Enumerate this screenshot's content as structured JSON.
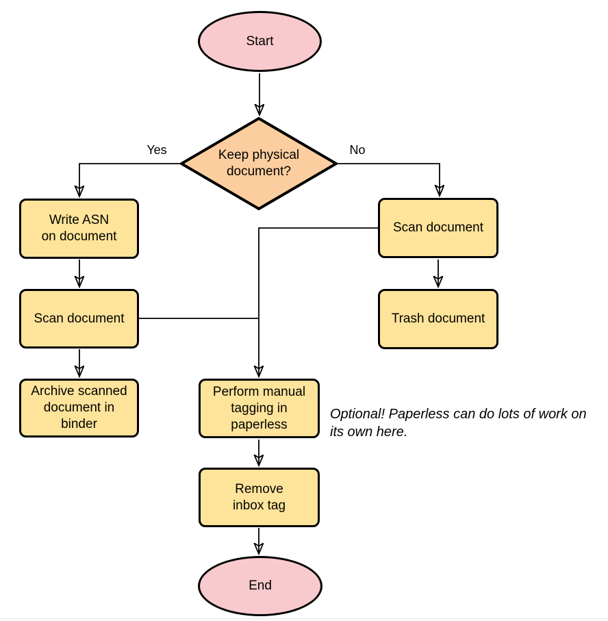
{
  "diagram": {
    "nodes": {
      "start": {
        "label": "Start",
        "fill": "#F9CACD",
        "shape": "ellipse"
      },
      "decision": {
        "label": "Keep physical\ndocument?",
        "fill": "#FCCE9F",
        "shape": "diamond"
      },
      "write_asn": {
        "label": "Write ASN\non document",
        "fill": "#FEE49A",
        "shape": "rounded-rect"
      },
      "scan_left": {
        "label": "Scan document",
        "fill": "#FEE49A",
        "shape": "rounded-rect"
      },
      "archive": {
        "label": "Archive scanned\ndocument in\nbinder",
        "fill": "#FEE49A",
        "shape": "rounded-rect"
      },
      "scan_right": {
        "label": "Scan document",
        "fill": "#FEE49A",
        "shape": "rounded-rect"
      },
      "trash": {
        "label": "Trash document",
        "fill": "#FEE49A",
        "shape": "rounded-rect"
      },
      "tagging": {
        "label": "Perform manual\ntagging in\npaperless",
        "fill": "#FEE49A",
        "shape": "rounded-rect"
      },
      "remove_inbox": {
        "label": "Remove\ninbox tag",
        "fill": "#FEE49A",
        "shape": "rounded-rect"
      },
      "end": {
        "label": "End",
        "fill": "#F9CACD",
        "shape": "ellipse"
      }
    },
    "edge_labels": {
      "yes": "Yes",
      "no": "No"
    },
    "annotation": {
      "text": "Optional! Paperless can do lots of work on\nits own here."
    },
    "colors": {
      "stroke": "#000000",
      "terminal_fill": "#F9CACD",
      "decision_fill": "#FCCE9F",
      "process_fill": "#FEE49A"
    }
  }
}
